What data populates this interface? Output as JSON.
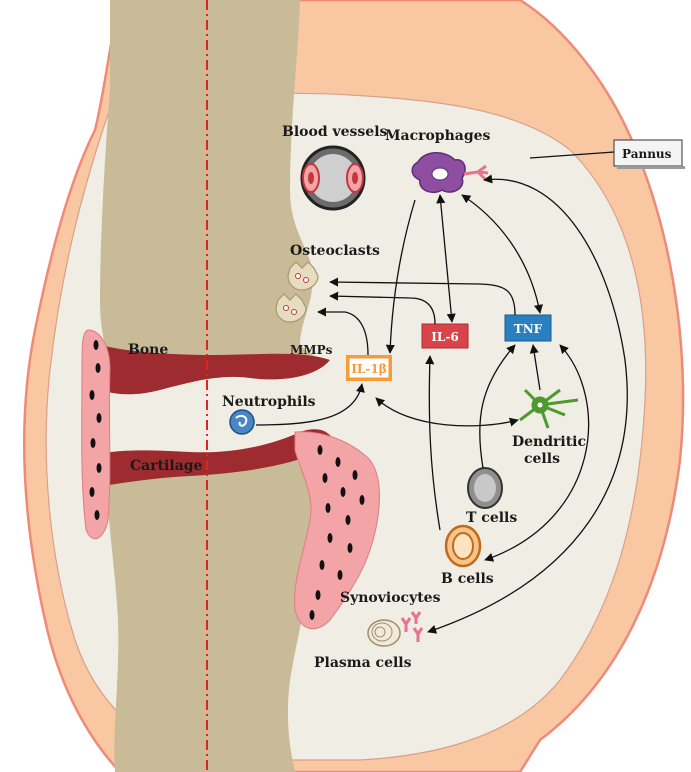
{
  "labels": {
    "blood_vessels": "Blood vessels",
    "macrophages": "Macrophages",
    "pannus": "Pannus",
    "osteoclasts": "Osteoclasts",
    "mmps": "MMPs",
    "bone": "Bone",
    "neutrophils": "Neutrophils",
    "cartilage": "Cartilage",
    "dendritic_line1": "Dendritic",
    "dendritic_line2": "cells",
    "t_cells": "T cells",
    "b_cells": "B cells",
    "synoviocytes": "Synoviocytes",
    "plasma_cells": "Plasma cells"
  },
  "cytokines": {
    "il1b": "IL-1β",
    "il6": "IL-6",
    "tnf": "TNF"
  },
  "colors": {
    "capsule_outer": "#f9c8a3",
    "capsule_border": "#f08a78",
    "synovial_fluid": "#efede4",
    "bone": "#c9bb97",
    "cartilage": "#9e2b2f",
    "synoviocyte": "#f2a4a6",
    "il1b": "#f79a3a",
    "il6": "#d9434a",
    "tnf": "#2a7fc1",
    "macrophage": "#8e4fa2",
    "dendritic": "#4e9a2e",
    "neutrophil": "#4a86c5",
    "midline": "#e0251f"
  }
}
